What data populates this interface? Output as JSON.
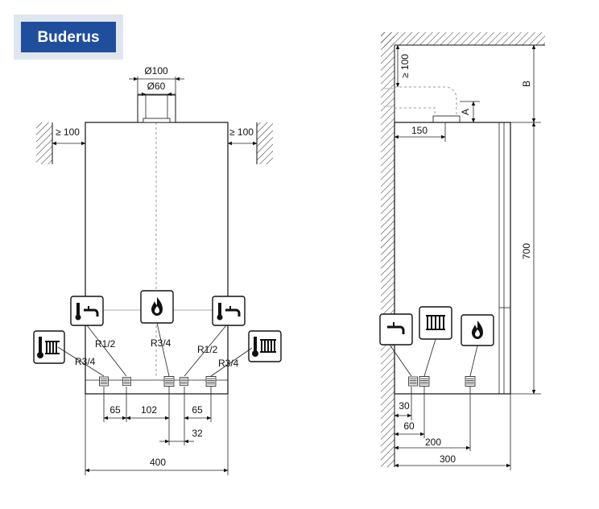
{
  "brand": {
    "logo_text": "Buderus",
    "logo_color": "#1f4e9c",
    "logo_bg": "#dfe6ef"
  },
  "colors": {
    "line": "#111111",
    "grey_line": "#bdbdbd"
  },
  "front_view": {
    "flue_outer": "Ø100",
    "flue_inner": "Ø60",
    "clearance_left": "≥ 100",
    "clearance_right": "≥ 100",
    "connections": {
      "hot_water_left": "R1/2",
      "heating_left": "R3/4",
      "gas": "R3/4",
      "cold_water_right": "R1/2",
      "heating_right": "R3/4"
    },
    "dims": {
      "d65_left": "65",
      "d102": "102",
      "d65_right": "65",
      "d32": "32",
      "width": "400"
    }
  },
  "side_view": {
    "clearance_top": "≥ 100",
    "label_a": "A",
    "label_b": "B",
    "flue_offset": "150",
    "height": "700",
    "dims": {
      "d30": "30",
      "d60": "60",
      "d200": "200",
      "depth": "300"
    }
  },
  "icons": [
    "hot-water-tap-icon",
    "heating-flow-radiator-icon",
    "gas-flame-icon",
    "cold-water-tap-icon",
    "heating-return-radiator-icon",
    "side-tap-icon",
    "side-radiator-icon",
    "side-flame-icon"
  ]
}
